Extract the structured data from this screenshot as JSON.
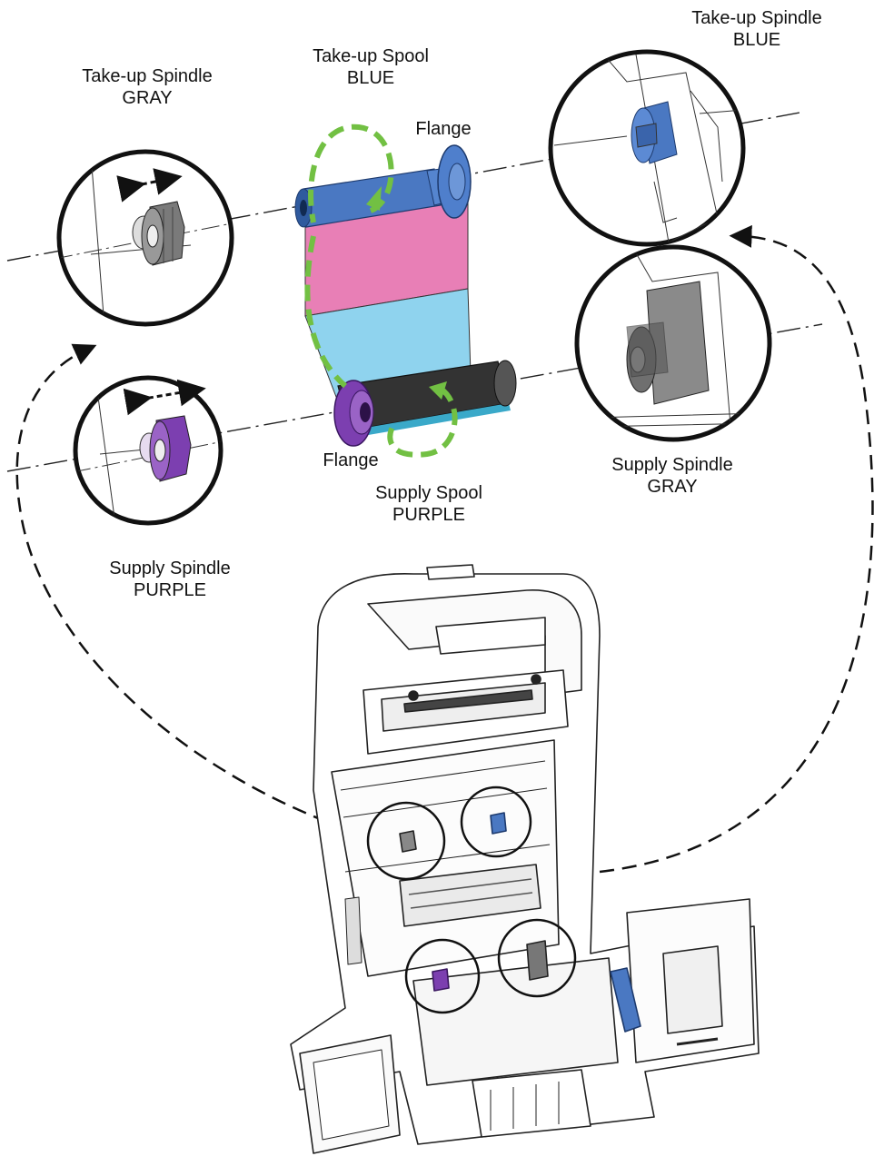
{
  "labels": {
    "takeup_spindle_gray": {
      "line1": "Take-up Spindle",
      "line2": "GRAY"
    },
    "takeup_spool_blue": {
      "line1": "Take-up Spool",
      "line2": "BLUE"
    },
    "takeup_spindle_blue": {
      "line1": "Take-up Spindle",
      "line2": "BLUE"
    },
    "flange_top": "Flange",
    "flange_bottom": "Flange",
    "supply_spool_purple": {
      "line1": "Supply Spool",
      "line2": "PURPLE"
    },
    "supply_spindle_gray": {
      "line1": "Supply Spindle",
      "line2": "GRAY"
    },
    "supply_spindle_purple": {
      "line1": "Supply Spindle",
      "line2": "PURPLE"
    }
  },
  "colors": {
    "takeup_blue": "#4a78c2",
    "supply_purple": "#7c3fb0",
    "spindle_gray": "#808080",
    "ribbon_pink": "#e87fb6",
    "ribbon_cyan": "#8fd3ee",
    "ribbon_black": "#333333",
    "rotation_arrow_green": "#72c043",
    "line_art": "#222222"
  },
  "icons": [
    "double-headed-arrow-icon",
    "curved-dashed-arrow-icon",
    "rotation-arrow-icon"
  ]
}
